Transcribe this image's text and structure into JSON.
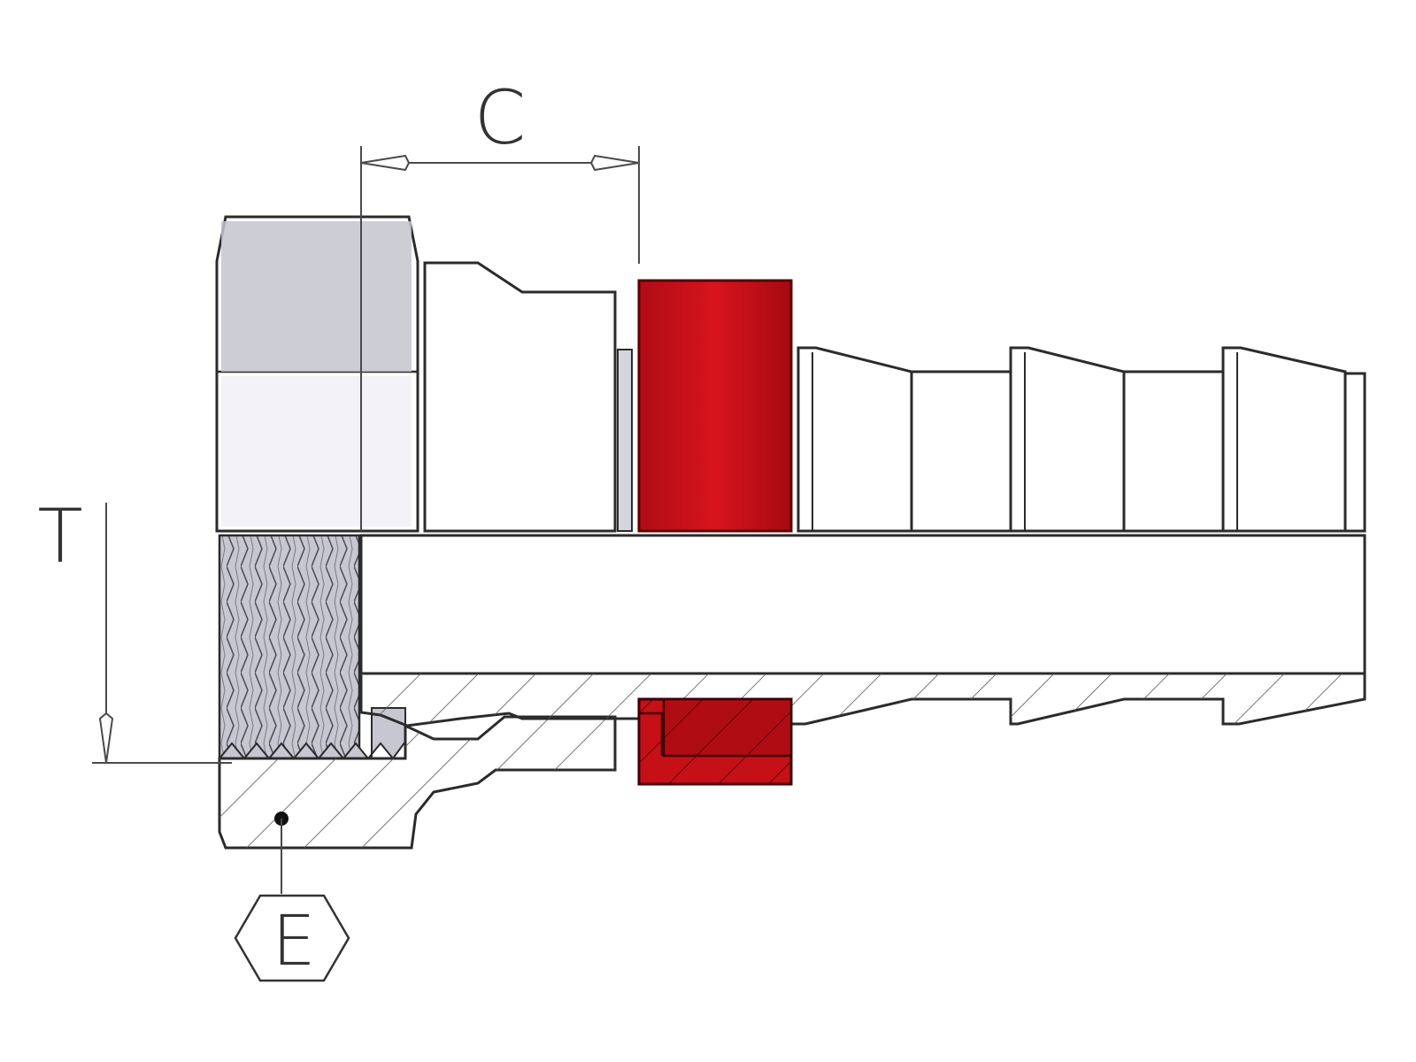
{
  "diagram": {
    "labels": {
      "c": "C",
      "t": "T",
      "e": "E"
    },
    "colors": {
      "metal": "#cfd0d8",
      "metal_dark": "#9c9ca6",
      "seal": "#c81018",
      "seal_dark": "#8e0a10",
      "outline": "#2b2b2b"
    }
  }
}
